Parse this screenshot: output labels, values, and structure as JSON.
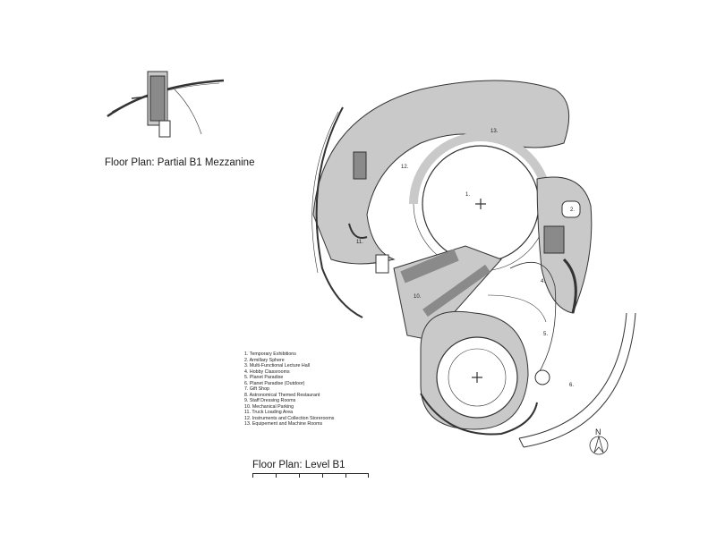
{
  "captions": {
    "mezzanine": "Floor Plan: Partial B1 Mezzanine",
    "level_b1": "Floor Plan: Level B1"
  },
  "legend": [
    "1. Temporary  Exhibitions",
    "2. Armillary Sphere",
    "3. Multi-Functional Lecture Hall",
    "4. Hobby Classrooms",
    "5. Planet Paradise",
    "6. Planet Paradise (Outdoor)",
    "7. Gift Shop",
    "8. Astronomical Themed Restaurant",
    "9. Staff Dressing Rooms",
    "10. Mechanical Parking",
    "11. Truck Loading Area",
    "12. Instruments and Collection Storerooms",
    "13. Equipement and Machine Rooms"
  ],
  "room_numbers": [
    "1.",
    "2.",
    "4.",
    "5.",
    "6.",
    "10.",
    "11.",
    "12.",
    "13."
  ],
  "north_label": "N",
  "colors": {
    "fill_gray": "#c9c9c9",
    "fill_dark": "#8a8a8a",
    "line": "#333333"
  }
}
